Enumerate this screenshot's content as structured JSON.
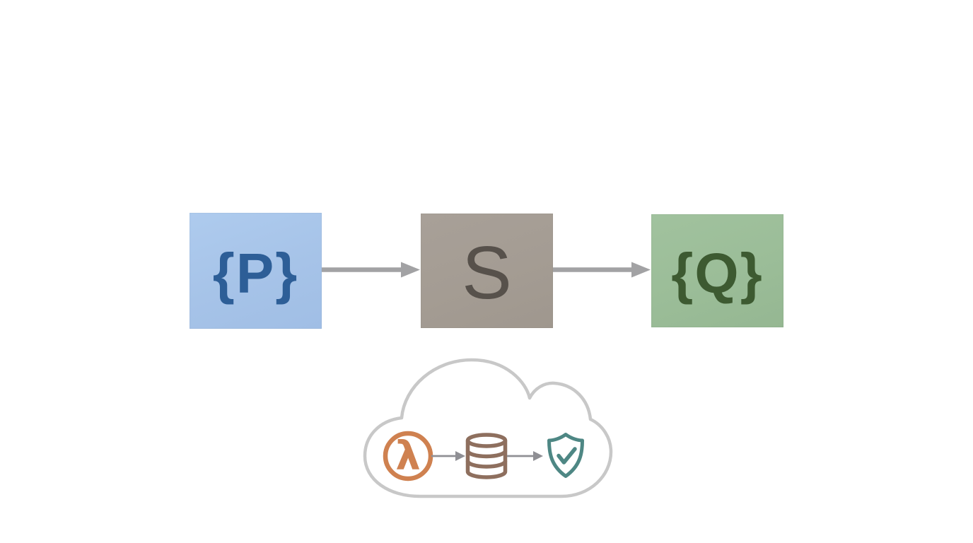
{
  "page": {
    "background_color": "#ffffff",
    "description": "Hoare triple diagram {P} S {Q} above a cloud with lambda, database and shield icons"
  },
  "hoare_triple": {
    "nodes": [
      {
        "id": "precondition",
        "label": "{P}",
        "bg_color": "#a6c3e8",
        "text_color": "#2d5e97"
      },
      {
        "id": "program",
        "label": "S",
        "bg_color": "#a49c93",
        "text_color": "#57514b"
      },
      {
        "id": "postcondition",
        "label": "{Q}",
        "bg_color": "#9bbd98",
        "text_color": "#3d5a31"
      }
    ],
    "arrow_color": "#a2a2a4"
  },
  "cloud": {
    "outline_color": "#c8c8c8",
    "arrow_color": "#8f8f94",
    "icons": [
      {
        "name": "lambda-icon",
        "glyph": "λ",
        "color": "#cf8150"
      },
      {
        "name": "database-icon",
        "color": "#8e6f5e"
      },
      {
        "name": "shield-check-icon",
        "color": "#4e8784"
      }
    ]
  }
}
